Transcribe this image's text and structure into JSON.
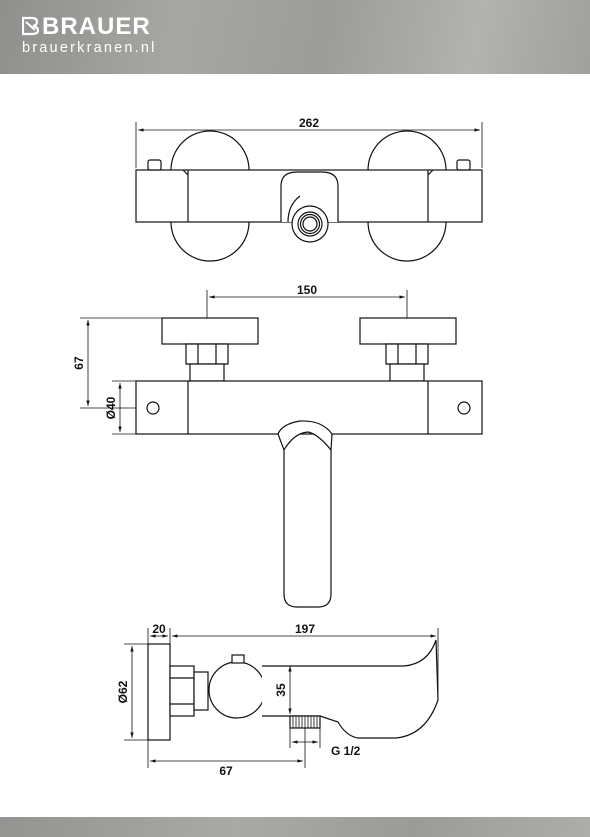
{
  "brand": {
    "name": "BRAUER",
    "url": "brauerkranen.nl"
  },
  "dimensions": {
    "top_width": "262",
    "center_distance": "150",
    "height_67": "67",
    "diameter_40": "Ø40",
    "depth_20": "20",
    "length_197": "197",
    "diameter_62": "Ø62",
    "spout_35": "35",
    "thread": "G 1/2",
    "bottom_67": "67"
  }
}
